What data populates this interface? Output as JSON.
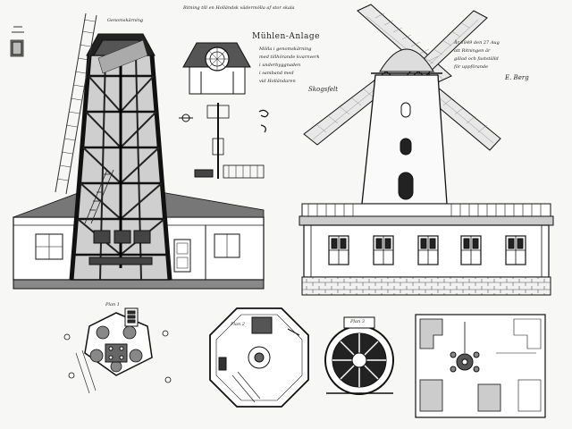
{
  "document": {
    "title": "Mühlen-Anlage",
    "text_lines": {
      "top_center": "Ritning till en Holländsk vädermölla af stor skala",
      "top_left": "Genomskärning",
      "center_block": [
        "Mölla i genomskärning",
        "med tillhörande kvarnverk",
        "i underbyggnaden",
        "i samband med",
        "vid Holländaren"
      ],
      "top_right_block": [
        "År 1849 den 27 Aug",
        "att Ritningen är",
        "gillad och fastställd",
        "för uppförande"
      ],
      "signature_center": "Skogsfelt",
      "signature_right": "E. Berg"
    },
    "plan_labels": {
      "plan_1": "Plan 1",
      "plan_2": "Plan 2",
      "plan_3": "Plan 3"
    }
  }
}
